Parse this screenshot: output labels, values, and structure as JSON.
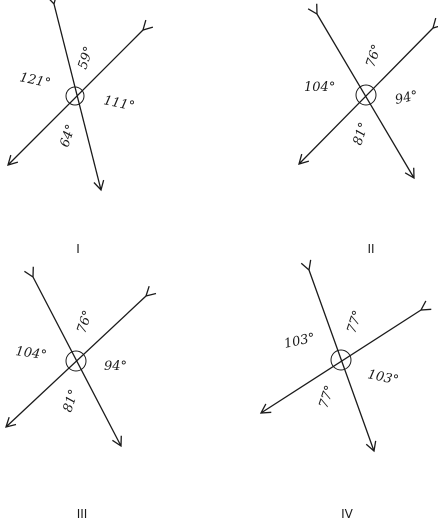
{
  "figures": [
    {
      "label": "I",
      "angles": [
        {
          "value": "59°",
          "region": "top-right"
        },
        {
          "value": "121°",
          "region": "left"
        },
        {
          "value": "111°",
          "region": "right"
        },
        {
          "value": "64°",
          "region": "bottom-left"
        }
      ]
    },
    {
      "label": "II",
      "angles": [
        {
          "value": "76°",
          "region": "top"
        },
        {
          "value": "104°",
          "region": "left"
        },
        {
          "value": "94°",
          "region": "right"
        },
        {
          "value": "81°",
          "region": "bottom"
        }
      ]
    },
    {
      "label": "III",
      "angles": [
        {
          "value": "76°",
          "region": "top"
        },
        {
          "value": "104°",
          "region": "left"
        },
        {
          "value": "94°",
          "region": "right"
        },
        {
          "value": "81°",
          "region": "bottom"
        }
      ]
    },
    {
      "label": "IV",
      "angles": [
        {
          "value": "77°",
          "region": "top"
        },
        {
          "value": "103°",
          "region": "left"
        },
        {
          "value": "103°",
          "region": "right"
        },
        {
          "value": "77°",
          "region": "bottom"
        }
      ]
    }
  ]
}
